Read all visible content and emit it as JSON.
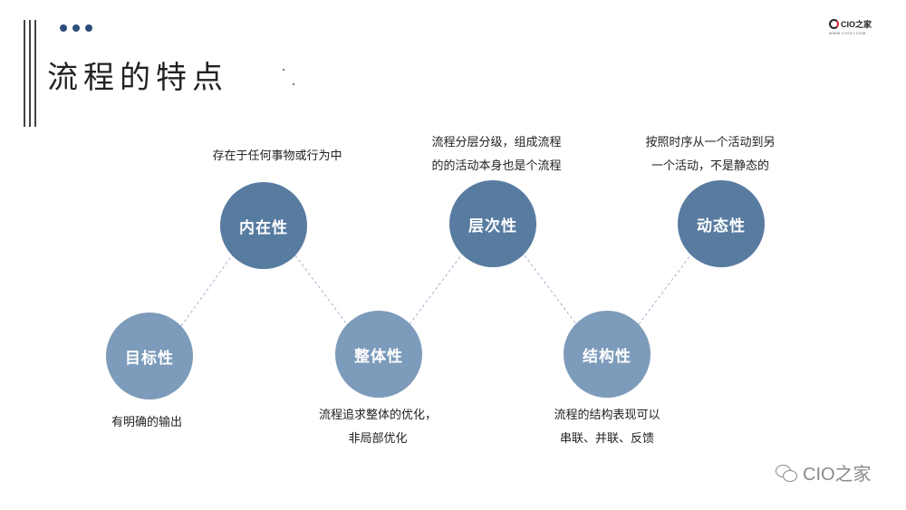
{
  "slide": {
    "title": "流程的特点",
    "logo": {
      "name": "CIO之家",
      "url": "WWW.CIOZJ.COM"
    },
    "watermark": "CIO之家"
  },
  "nodes": [
    {
      "label": "目标性",
      "description": [
        "有明确的输出"
      ]
    },
    {
      "label": "内在性",
      "description": [
        "存在于任何事物或行为中"
      ]
    },
    {
      "label": "整体性",
      "description": [
        "流程追求整体的优化，",
        "非局部优化"
      ]
    },
    {
      "label": "层次性",
      "description": [
        "流程分层分级，组成流程",
        "的的活动本身也是个流程"
      ]
    },
    {
      "label": "结构性",
      "description": [
        "流程的结构表现可以",
        "串联、并联、反馈"
      ]
    },
    {
      "label": "动态性",
      "description": [
        "按照时序从一个活动到另",
        "一个活动，不是静态的"
      ]
    }
  ],
  "colors": {
    "top_node": "#587ba0",
    "bottom_node": "#7d9bba",
    "connector": "#9fb5cc",
    "dots": "#2d4d7c"
  }
}
